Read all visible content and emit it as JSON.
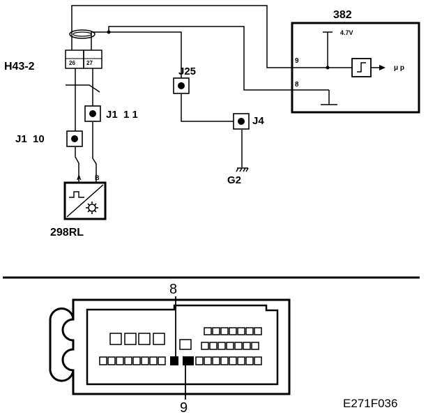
{
  "labels": {
    "connector": "H43-2",
    "pin26": "26",
    "pin27": "27",
    "j25": "J25",
    "j1_11": "J1  1 1",
    "j1_10": "J1  10",
    "j4": "J4",
    "g2": "G2",
    "sensor_a": "A",
    "sensor_b": "B",
    "sensor": "298RL",
    "ecu": "382",
    "ecu_voltage": "4.7V",
    "ecu_pin9": "9",
    "ecu_pin8": "8",
    "ecu_output": "μ p",
    "pin_top": "8",
    "pin_bottom": "9",
    "figure_id": "E271F036"
  }
}
